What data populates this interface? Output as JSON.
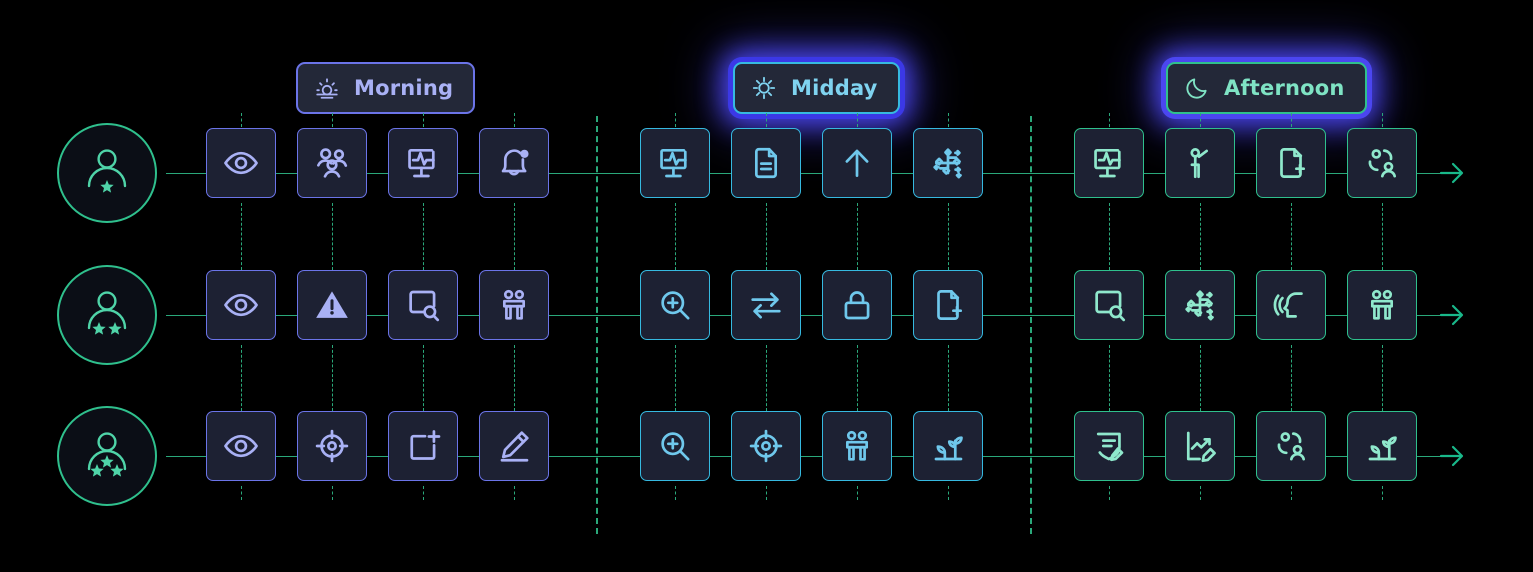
{
  "theme": {
    "background": "#000000",
    "tile_bg": "#1d2133",
    "indigo": "#6b74e8",
    "indigo_icon": "#a9b1f5",
    "cyan": "#36b9e0",
    "cyan_icon": "#6fc8ec",
    "green": "#2fc08d",
    "green_icon": "#8fe8cc",
    "glow": "#4b46f0",
    "connector": "#2aa87a"
  },
  "phases": [
    {
      "id": "morning",
      "label": "Morning",
      "icon": "sunrise-icon",
      "accent": "#6b74e8",
      "glow": false
    },
    {
      "id": "midday",
      "label": "Midday",
      "icon": "sun-icon",
      "accent": "#36b9e0",
      "glow": true
    },
    {
      "id": "afternoon",
      "label": "Afternoon",
      "icon": "moon-icon",
      "accent": "#2fc08d",
      "glow": true
    }
  ],
  "rows": [
    {
      "avatar": {
        "name": "avatar-one-star",
        "stars": 1
      },
      "tiles": [
        {
          "icon": "eye-icon",
          "tone": "indigo"
        },
        {
          "icon": "people-group-icon",
          "tone": "indigo"
        },
        {
          "icon": "monitor-pulse-icon",
          "tone": "indigo"
        },
        {
          "icon": "bell-alert-icon",
          "tone": "indigo"
        },
        {
          "icon": "monitor-pulse-icon",
          "tone": "cyan"
        },
        {
          "icon": "document-icon",
          "tone": "cyan"
        },
        {
          "icon": "arrow-up-icon",
          "tone": "cyan"
        },
        {
          "icon": "network-nodes-icon",
          "tone": "cyan"
        },
        {
          "icon": "monitor-pulse-icon",
          "tone": "green"
        },
        {
          "icon": "presenter-icon",
          "tone": "green"
        },
        {
          "icon": "file-plus-icon",
          "tone": "green"
        },
        {
          "icon": "two-persons-icon",
          "tone": "green"
        }
      ]
    },
    {
      "avatar": {
        "name": "avatar-two-stars",
        "stars": 2
      },
      "tiles": [
        {
          "icon": "eye-icon",
          "tone": "indigo"
        },
        {
          "icon": "warning-triangle-icon",
          "tone": "indigo"
        },
        {
          "icon": "screen-search-icon",
          "tone": "indigo"
        },
        {
          "icon": "two-people-stand-icon",
          "tone": "indigo"
        },
        {
          "icon": "zoom-in-icon",
          "tone": "cyan"
        },
        {
          "icon": "transfer-icon",
          "tone": "cyan"
        },
        {
          "icon": "lock-icon",
          "tone": "cyan"
        },
        {
          "icon": "file-plus-icon",
          "tone": "cyan"
        },
        {
          "icon": "screen-search-icon",
          "tone": "green"
        },
        {
          "icon": "network-nodes-icon",
          "tone": "green"
        },
        {
          "icon": "speaking-head-icon",
          "tone": "green"
        },
        {
          "icon": "two-people-stand-icon",
          "tone": "green"
        }
      ]
    },
    {
      "avatar": {
        "name": "avatar-three-stars",
        "stars": 3
      },
      "tiles": [
        {
          "icon": "eye-icon",
          "tone": "indigo"
        },
        {
          "icon": "crosshair-icon",
          "tone": "indigo"
        },
        {
          "icon": "frame-plus-icon",
          "tone": "indigo"
        },
        {
          "icon": "pencil-edit-icon",
          "tone": "indigo"
        },
        {
          "icon": "zoom-in-icon",
          "tone": "cyan"
        },
        {
          "icon": "crosshair-icon",
          "tone": "cyan"
        },
        {
          "icon": "two-people-stand-icon",
          "tone": "cyan"
        },
        {
          "icon": "seedling-icon",
          "tone": "cyan"
        },
        {
          "icon": "note-edit-icon",
          "tone": "green"
        },
        {
          "icon": "chart-edit-icon",
          "tone": "green"
        },
        {
          "icon": "two-persons-icon",
          "tone": "green"
        },
        {
          "icon": "seedling-icon",
          "tone": "green"
        }
      ]
    }
  ],
  "layout": {
    "tile_x": [
      206,
      297,
      388,
      479,
      640,
      731,
      822,
      913,
      1074,
      1165,
      1256,
      1347
    ],
    "row_y": [
      123,
      265,
      406
    ],
    "divider_x": [
      596,
      1030
    ],
    "end_arrow_label": "flow-continues-arrow"
  }
}
